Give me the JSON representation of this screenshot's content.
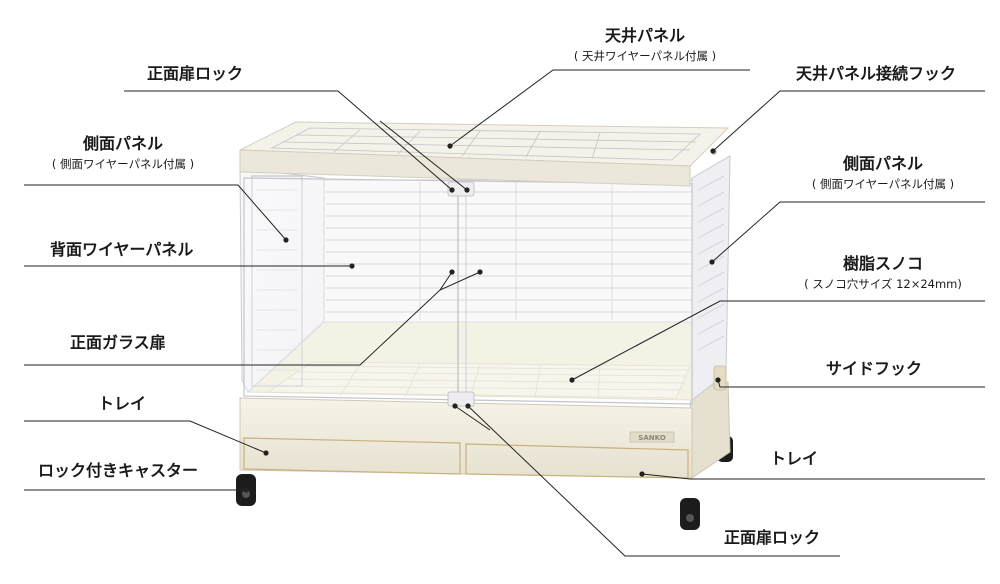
{
  "labels": {
    "top_panel": {
      "text": "天井パネル",
      "sub": "( 天井ワイヤーパネル付属 )"
    },
    "top_hook": {
      "text": "天井パネル接続フック"
    },
    "front_lock_top": {
      "text": "正面扉ロック"
    },
    "side_panel_left": {
      "text": "側面パネル",
      "sub": "( 側面ワイヤーパネル付属 )"
    },
    "side_panel_right": {
      "text": "側面パネル",
      "sub": "( 側面ワイヤーパネル付属 )"
    },
    "back_wire_panel": {
      "text": "背面ワイヤーパネル"
    },
    "resin_slat": {
      "text": "樹脂スノコ",
      "sub": "( スノコ穴サイズ 12×24mm)"
    },
    "front_glass_door": {
      "text": "正面ガラス扉"
    },
    "side_hook": {
      "text": "サイドフック"
    },
    "tray_left": {
      "text": "トレイ"
    },
    "tray_right": {
      "text": "トレイ"
    },
    "casters": {
      "text": "ロック付きキャスター"
    },
    "front_lock_bottom": {
      "text": "正面扉ロック"
    }
  },
  "brand": {
    "logo": "SANKO"
  },
  "colors": {
    "line": "#222222",
    "cage_body": "#f2eedf",
    "cage_frame": "#e4dfcf",
    "wire": "#b9b9bf",
    "caster": "#1c1c1c"
  }
}
